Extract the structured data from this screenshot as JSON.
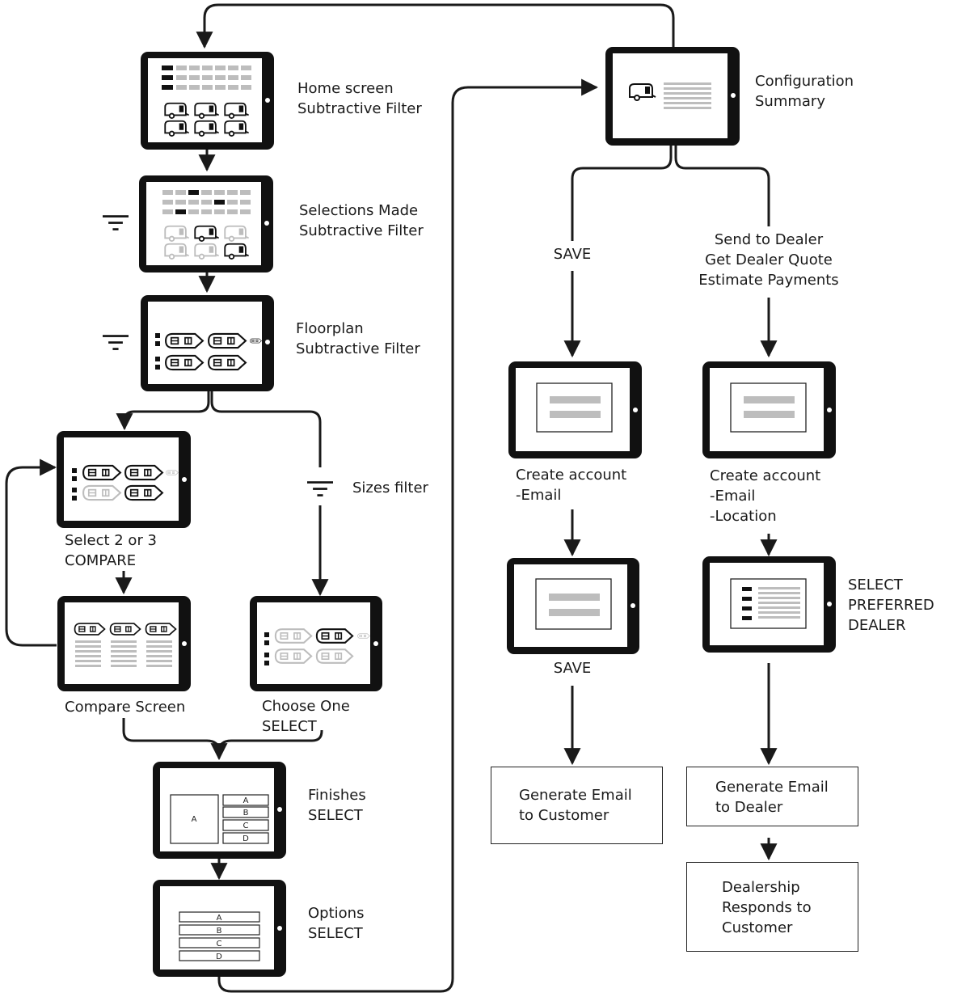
{
  "screens": {
    "home": {
      "lines": [
        "Home screen",
        "Subtractive Filter"
      ]
    },
    "selections": {
      "lines": [
        "Selections Made",
        "Subtractive Filter"
      ]
    },
    "floorplan": {
      "lines": [
        "Floorplan",
        "Subtractive Filter"
      ]
    },
    "sizes_filter": {
      "lines": [
        "Sizes filter"
      ]
    },
    "select_compare": {
      "lines": [
        "Select 2 or 3",
        "COMPARE"
      ]
    },
    "compare_screen": {
      "lines": [
        "Compare Screen"
      ]
    },
    "choose_one": {
      "lines": [
        "Choose One",
        "SELECT"
      ]
    },
    "finishes": {
      "lines": [
        "Finishes",
        "SELECT"
      ],
      "left_label": "A",
      "options": [
        "A",
        "B",
        "C",
        "D"
      ]
    },
    "options": {
      "lines": [
        "Options",
        "SELECT"
      ],
      "options": [
        "A",
        "B",
        "C",
        "D"
      ]
    },
    "config_summary": {
      "lines": [
        "Configuration",
        "Summary"
      ]
    },
    "save_branch": {
      "lines": [
        "SAVE"
      ]
    },
    "dealer_branch": {
      "lines": [
        "Send to Dealer",
        "Get Dealer Quote",
        "Estimate Payments"
      ]
    },
    "create_account_email": {
      "lines": [
        "Create account",
        "-Email"
      ]
    },
    "create_account_location": {
      "lines": [
        "Create account",
        "-Email",
        "-Location"
      ]
    },
    "save_action": {
      "lines": [
        "SAVE"
      ]
    },
    "select_dealer": {
      "lines": [
        "SELECT",
        "PREFERRED",
        "DEALER"
      ]
    }
  },
  "boxes": {
    "email_customer": {
      "lines": [
        "Generate Email",
        "to Customer"
      ]
    },
    "email_dealer": {
      "lines": [
        "Generate Email",
        "to Dealer"
      ]
    },
    "dealer_responds": {
      "lines": [
        "Dealership",
        "Responds to",
        "Customer"
      ]
    }
  },
  "colors": {
    "line": "#1a1a1a",
    "muted": "#bdbdbd",
    "dark": "#111111"
  }
}
